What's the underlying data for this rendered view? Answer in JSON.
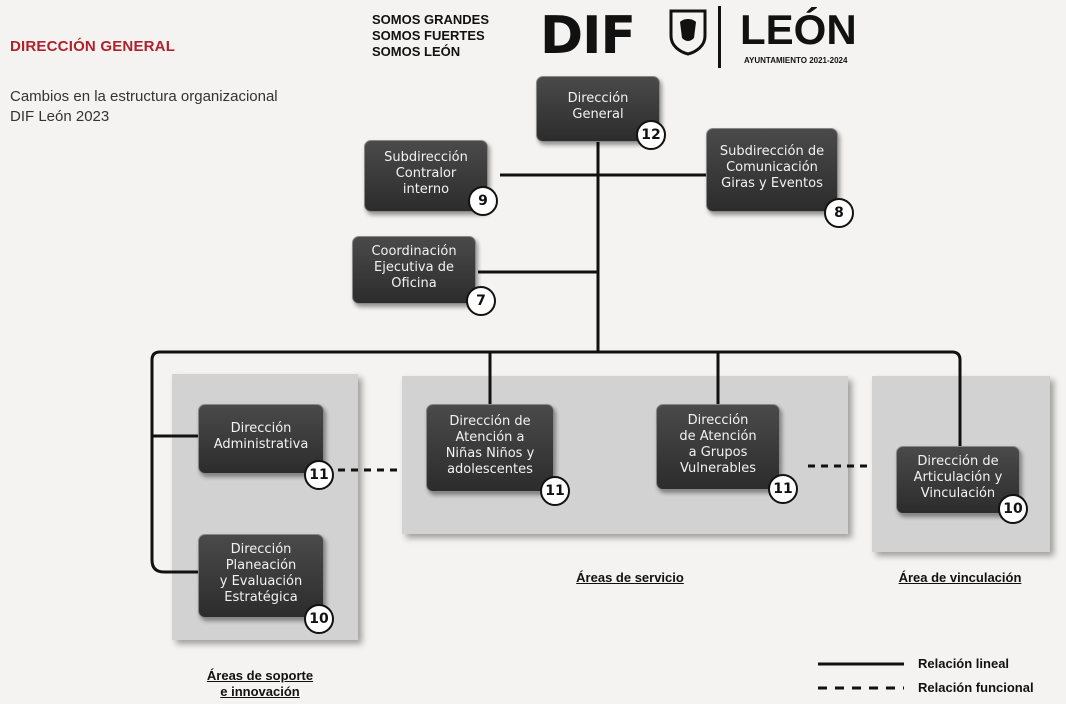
{
  "header": {
    "title": "DIRECCIÓN GENERAL",
    "subtitle": "Cambios en la estructura organizacional DIF León 2023",
    "slogan": [
      "SOMOS GRANDES",
      "SOMOS FUERTES",
      "SOMOS LEÓN"
    ],
    "dif_logo": "DIF",
    "leon_logo": "LEÓN",
    "ayuntamiento": "AYUNTAMIENTO 2021-2024"
  },
  "nodes": {
    "direccion_general": {
      "label": "Dirección\nGeneral",
      "badge": "12"
    },
    "contralor": {
      "label": "Subdirección\nContralor\ninterno",
      "badge": "9"
    },
    "comunicacion": {
      "label": "Subdirección de\nComunicación\nGiras y Eventos",
      "badge": "8"
    },
    "coordinacion": {
      "label": "Coordinación\nEjecutiva de\nOficina",
      "badge": "7"
    },
    "administrativa": {
      "label": "Dirección\nAdministrativa",
      "badge": "11"
    },
    "planeacion": {
      "label": "Dirección\nPlaneación\ny Evaluación\nEstratégica",
      "badge": "10"
    },
    "ninas": {
      "label": "Dirección de\nAtención a\nNiñas Niños y\nadolescentes",
      "badge": "11"
    },
    "grupos": {
      "label": "Dirección\nde Atención\na Grupos\nVulnerables",
      "badge": "11"
    },
    "vinculacion": {
      "label": "Dirección de\nArticulación y\nVinculación",
      "badge": "10"
    }
  },
  "areas": {
    "soporte": "Áreas de soporte\ne innovación",
    "servicio": "Áreas de servicio",
    "vinculacion": "Área de vinculación"
  },
  "legend": {
    "lineal": "Relación lineal",
    "funcional": "Relación funcional"
  }
}
